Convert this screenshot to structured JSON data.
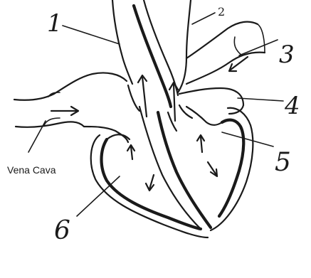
{
  "labels": {
    "n1": "1",
    "n2": "2",
    "n3": "3",
    "n4": "4",
    "n5": "5",
    "n6": "6",
    "vena_cava": "Vena Cava"
  },
  "colors": {
    "ink": "#1a1a1a",
    "paper": "#ffffff"
  }
}
